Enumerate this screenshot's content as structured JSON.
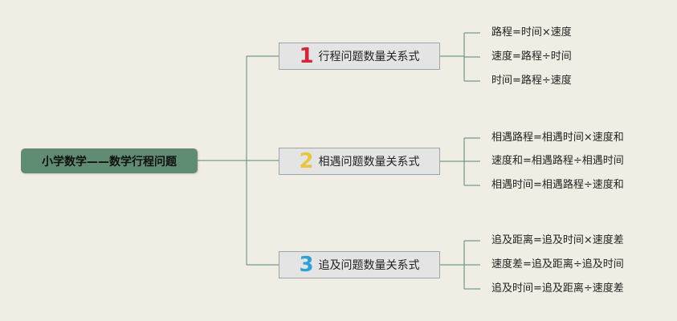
{
  "colors": {
    "background": "#f0eee4",
    "root_fill": "#5f8c72",
    "branch_fill": "#e4e4e4",
    "connector": "#6f9a8a",
    "num1": "#d0283a",
    "num2": "#e8c640",
    "num3": "#2f9fd8"
  },
  "root": {
    "label": "小学数学——数学行程问题"
  },
  "branches": [
    {
      "number": "1",
      "label": "行程问题数量关系式",
      "leaves": [
        "路程=时间×速度",
        "速度=路程÷时间",
        "时间=路程÷速度"
      ]
    },
    {
      "number": "2",
      "label": "相遇问题数量关系式",
      "leaves": [
        "相遇路程=相遇时间×速度和",
        "速度和=相遇路程÷相遇时间",
        "相遇时间=相遇路程÷速度和"
      ]
    },
    {
      "number": "3",
      "label": "追及问题数量关系式",
      "leaves": [
        "追及距离=追及时间×速度差",
        "速度差=追及距离÷追及时间",
        "追及时间=追及距离÷速度差"
      ]
    }
  ]
}
